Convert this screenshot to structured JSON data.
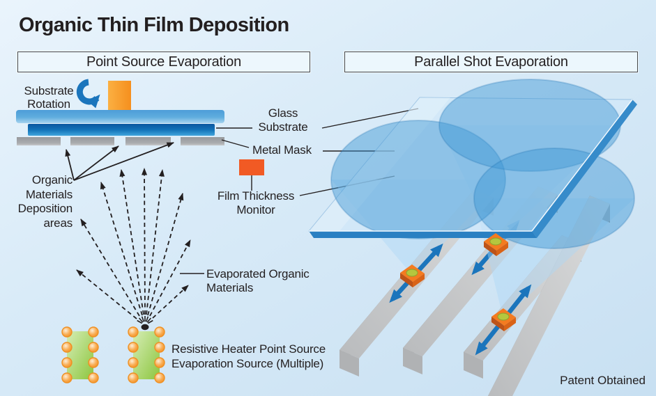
{
  "title": "Organic Thin Film Deposition",
  "panels": {
    "left": "Point Source Evaporation",
    "right": "Parallel Shot Evaporation"
  },
  "labels": {
    "substrate_rotation": [
      "Substrate",
      "Rotation"
    ],
    "organic_materials": [
      "Organic",
      "Materials",
      "Deposition",
      "areas"
    ],
    "glass_substrate": [
      "Glass",
      "Substrate"
    ],
    "metal_mask": "Metal Mask",
    "film_thickness_monitor": [
      "Film Thickness",
      "Monitor"
    ],
    "evaporated_organic": [
      "Evaporated Organic",
      "Materials"
    ],
    "resistive_heater": [
      "Resistive Heater Point Source",
      "Evaporation Source (Multiple)"
    ],
    "patent": "Patent Obtained"
  },
  "icons": {
    "rotation_arrow": "rotation-arrow-icon",
    "evaporation_point": "evaporation-point-icon",
    "move_arrow": "move-arrow-icon"
  },
  "colors": {
    "background_top": "#eaf4fc",
    "background_bottom": "#c8e0f2",
    "text": "#231f20",
    "accent_blue": "#1b75bc",
    "holder_blue": "#58a9dd",
    "glass_bar_blue": "#0d5ca6",
    "mask_gray": "#a7a9ac",
    "spindle_orange": "#f7941d",
    "monitor_red_orange": "#f15a24",
    "heater_green": "#8dc63f",
    "heater_terminal_orange": "#f7a23b",
    "rail_gray": "#9d9fa2",
    "deposition_area_blue": "#3e97d4",
    "source_box_orange": "#f47b20",
    "source_cell_green": "#b5c63e",
    "plate_edge_blue": "#2a80c2"
  }
}
